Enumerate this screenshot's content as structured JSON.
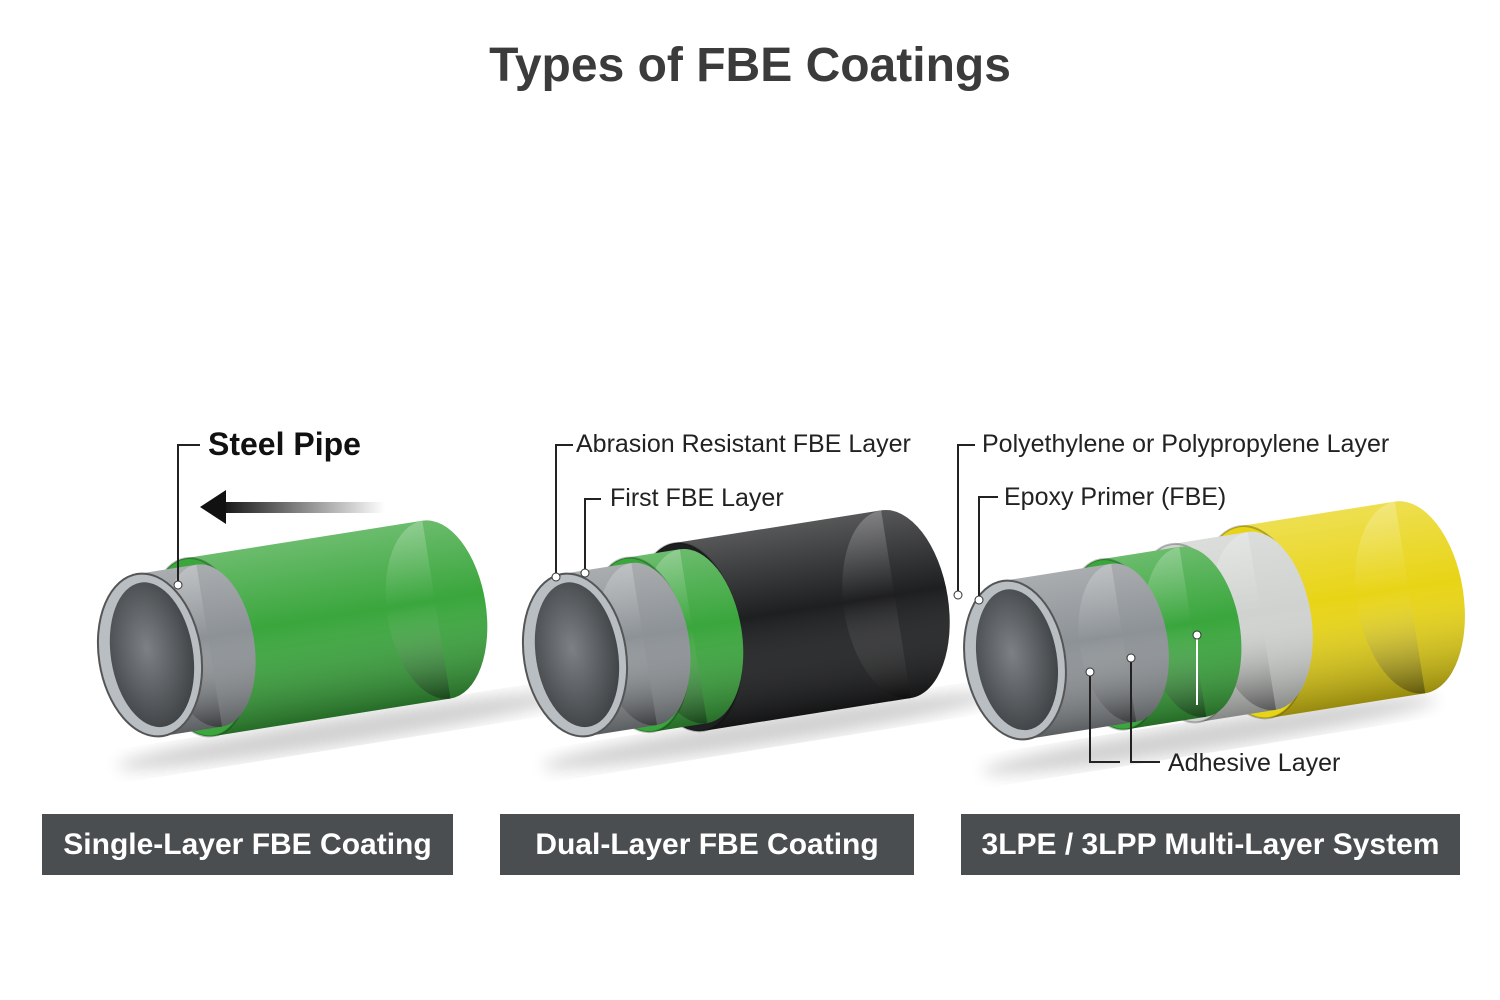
{
  "title": "Types of FBE Coatings",
  "colors": {
    "steel": "#8d9296",
    "green": "#3aa63c",
    "black": "#1e1f20",
    "adhesive": "#cfd2cf",
    "yellow": "#e8d416",
    "caption_bg": "#4b4e50"
  },
  "pipes": [
    {
      "caption": "Single-Layer FBE Coating",
      "labels": [
        "Steel Pipe"
      ],
      "icons": [
        "arrow-left-icon"
      ]
    },
    {
      "caption": "Dual-Layer FBE Coating",
      "labels": [
        "Abrasion Resistant FBE Layer",
        "First FBE Layer"
      ]
    },
    {
      "caption": "3LPE / 3LPP Multi-Layer System",
      "labels": [
        "Polyethylene or Polypropylene Layer",
        "Epoxy Primer (FBE)",
        "Adhesive Layer"
      ]
    }
  ]
}
